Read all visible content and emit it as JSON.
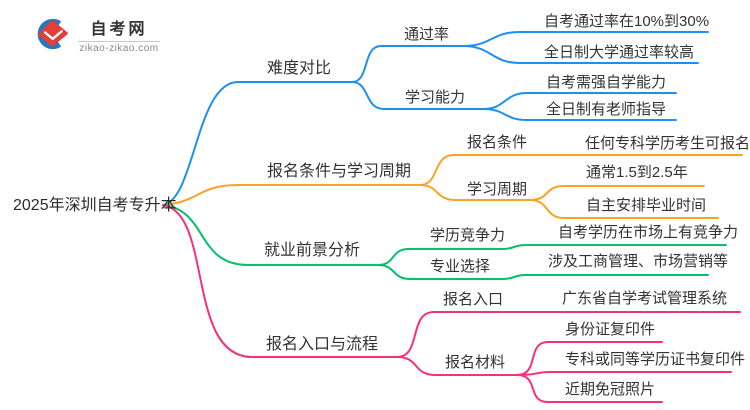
{
  "logo": {
    "title": "自考网",
    "domain": "zikao-zikao.com"
  },
  "colors": {
    "blue": "#1D8FF2",
    "orange": "#F7A426",
    "green": "#05C168",
    "pink": "#F5317F",
    "text": "#333333",
    "logo_blue": "#2478BD",
    "logo_red": "#E33E38"
  },
  "root": {
    "label": "2025年深圳自考专升本"
  },
  "branches": [
    {
      "label": "难度对比",
      "color": "blue",
      "children": [
        {
          "label": "通过率",
          "children": [
            {
              "label": "自考通过率在10%到30%"
            },
            {
              "label": "全日制大学通过率较高"
            }
          ]
        },
        {
          "label": "学习能力",
          "children": [
            {
              "label": "自考需强自学能力"
            },
            {
              "label": "全日制有老师指导"
            }
          ]
        }
      ]
    },
    {
      "label": "报名条件与学习周期",
      "color": "orange",
      "children": [
        {
          "label": "报名条件",
          "children": [
            {
              "label": "任何专科学历考生可报名"
            }
          ]
        },
        {
          "label": "学习周期",
          "children": [
            {
              "label": "通常1.5到2.5年"
            },
            {
              "label": "自主安排毕业时间"
            }
          ]
        }
      ]
    },
    {
      "label": "就业前景分析",
      "color": "green",
      "children": [
        {
          "label": "学历竞争力",
          "children": [
            {
              "label": "自考学历在市场上有竞争力"
            }
          ]
        },
        {
          "label": "专业选择",
          "children": [
            {
              "label": "涉及工商管理、市场营销等"
            }
          ]
        }
      ]
    },
    {
      "label": "报名入口与流程",
      "color": "pink",
      "children": [
        {
          "label": "报名入口",
          "children": [
            {
              "label": "广东省自学考试管理系统"
            }
          ]
        },
        {
          "label": "报名材料",
          "children": [
            {
              "label": "身份证复印件"
            },
            {
              "label": "专科或同等学历证书复印件"
            },
            {
              "label": "近期免冠照片"
            }
          ]
        }
      ]
    }
  ]
}
